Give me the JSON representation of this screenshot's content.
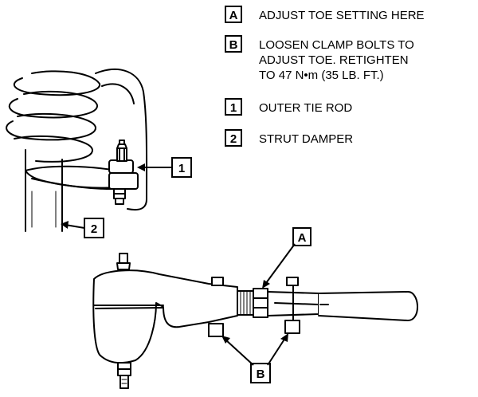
{
  "legend": [
    {
      "key": "A",
      "lines": [
        "ADJUST TOE SETTING HERE"
      ]
    },
    {
      "key": "B",
      "lines": [
        "LOOSEN CLAMP BOLTS TO",
        "ADJUST TOE.  RETIGHTEN",
        "TO 47 N•m (35 LB. FT.)"
      ]
    },
    {
      "key": "1",
      "lines": [
        "OUTER TIE ROD"
      ]
    },
    {
      "key": "2",
      "lines": [
        "STRUT DAMPER"
      ]
    }
  ],
  "callouts": {
    "one": "1",
    "two": "2",
    "a": "A",
    "b": "B"
  }
}
